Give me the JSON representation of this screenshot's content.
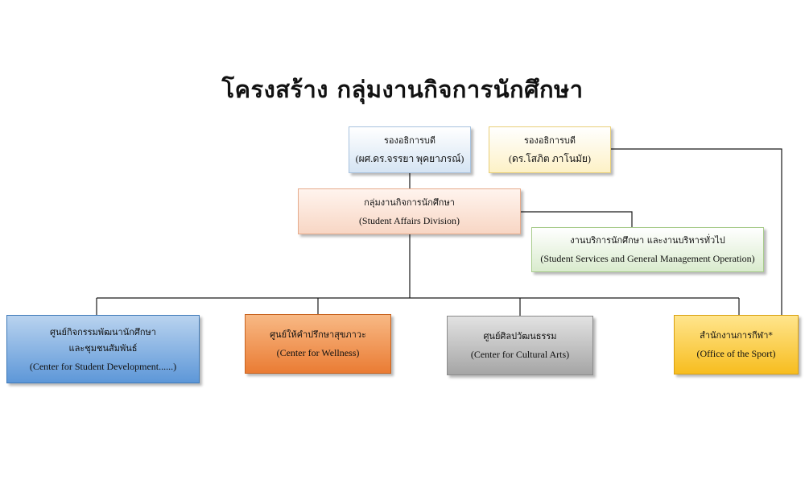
{
  "title": "โครงสร้าง กลุ่มงานกิจการนักศึกษา",
  "nodes": {
    "vp1": {
      "line1": "รองอธิการบดี",
      "line2": "(ผศ.ดร.จรรยา พุคยาภรณ์)"
    },
    "vp2": {
      "line1": "รองอธิการบดี",
      "line2": "(ดร.โสภิต ภาโนมัย)"
    },
    "division": {
      "line1": "กลุ่มงานกิจการนักศึกษา",
      "line2": "(Student Affairs Division)"
    },
    "services": {
      "line1": "งานบริการนักศึกษา และงานบริหารทั่วไป",
      "line2": "(Student Services and General Management Operation)"
    },
    "development": {
      "line1": "ศูนย์กิจกรรมพัฒนานักศึกษา",
      "line1b": "และชุมชนสัมพันธ์",
      "line2": "(Center for Student Development......)"
    },
    "wellness": {
      "line1": "ศูนย์ให้คำปรึกษาสุขภาวะ",
      "line2": "(Center for Wellness)"
    },
    "cultural": {
      "line1": "ศูนย์ศิลปวัฒนธรรม",
      "line2": "(Center for Cultural Arts)"
    },
    "sport": {
      "line1": "สำนักงานการกีฬา",
      "mark": "*",
      "line2": "(Office of the Sport)"
    }
  },
  "colors": {
    "connector": "#1a1a1a",
    "blue_fill": "#5d97d8",
    "orange_fill": "#ea7c34",
    "gray_fill": "#a5a5a5",
    "gold_fill": "#f7bd1f"
  }
}
